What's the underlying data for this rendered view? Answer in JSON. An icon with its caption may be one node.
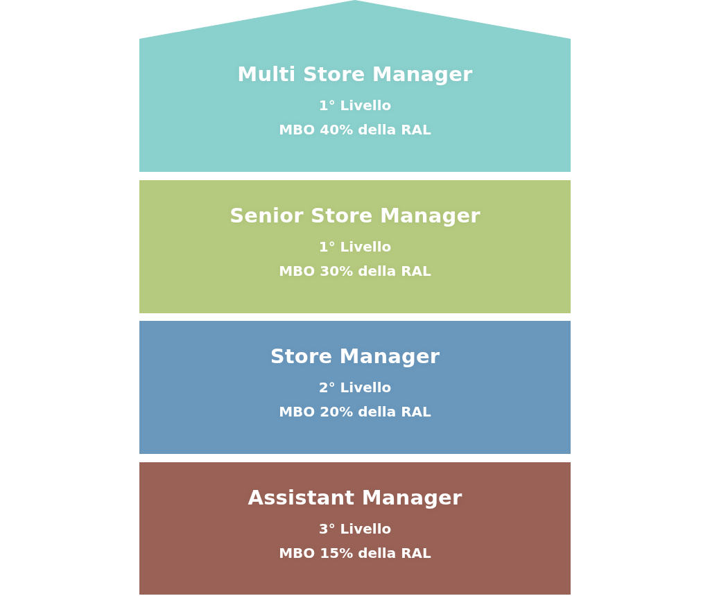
{
  "diagram": {
    "nodes": [
      {
        "text": [
          "Multi Store Manager",
          "1° Livello",
          "MBO 40% della RAL"
        ]
      },
      {
        "text": [
          "Senior Store Manager",
          "1° Livello",
          "MBO 30% della RAL"
        ]
      },
      {
        "text": [
          "Store Manager",
          "2° Livello",
          "MBO 20% della RAL"
        ]
      },
      {
        "text": [
          "Assistant Manager",
          "3° Livello",
          "MBO 15% della RAL"
        ]
      }
    ]
  }
}
